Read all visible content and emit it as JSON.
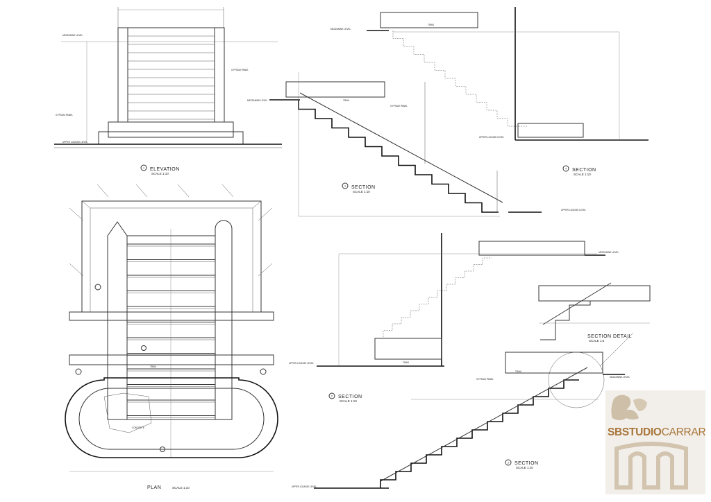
{
  "views": {
    "elevation": {
      "number": "1",
      "title": "ELEVATION",
      "scale": "SCALE 1:10"
    },
    "plan": {
      "title": "PLAN",
      "scale": "SCALE 1:10"
    },
    "section_a": {
      "number": "3",
      "title": "SECTION",
      "scale": "SCALE 1:10"
    },
    "section_b": {
      "number": "4",
      "title": "SECTION",
      "scale": "SCALE 1:10"
    },
    "section_c": {
      "number": "5",
      "title": "SECTION",
      "scale": "SCALE 1:10"
    },
    "section_d": {
      "number": "3",
      "title": "SECTION",
      "scale": "SCALE 1:10"
    },
    "section_detail": {
      "title": "SECTION DETAIL",
      "scale": "SCALE 1:5"
    }
  },
  "annotations": {
    "mezzanine_level": "MEZZANINE LEVEL",
    "upper_lounge_level": "UPPER LOUNGE LEVEL",
    "gypsum_panel": "GYPSUM PANEL",
    "travi": "TRAVI",
    "concrete": "CONCRETE"
  },
  "logo": {
    "part1": "SBSTUDIO",
    "part2": "CARRARA",
    "accent": "#a8753a"
  }
}
